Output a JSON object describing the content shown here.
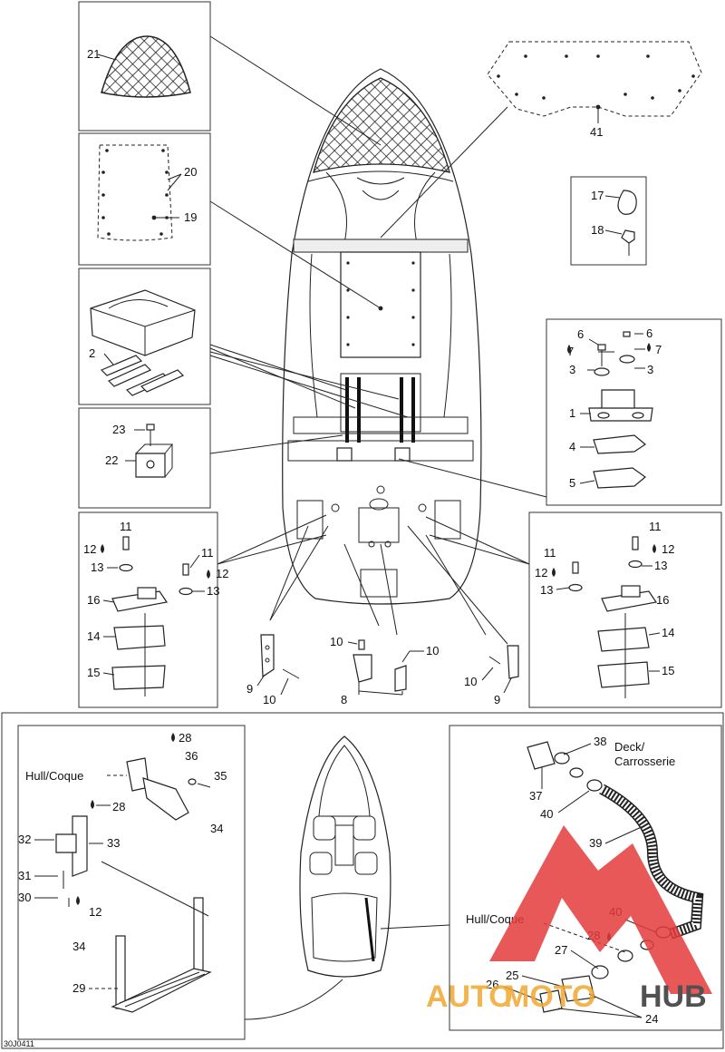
{
  "diagram": {
    "reference_code": "30J0411",
    "watermark": {
      "left": "AUTO",
      "middle": "MOTO",
      "right": "HUB",
      "color_red": "#e53b3b",
      "color_orange": "#f0a830",
      "color_dark": "#333333"
    },
    "callouts": {
      "c1": "1",
      "c2": "2",
      "c3a": "3",
      "c3b": "3",
      "c4": "4",
      "c5": "5",
      "c6a": "6",
      "c6b": "6",
      "c7a": "7",
      "c7b": "7",
      "c8": "8",
      "c9a": "9",
      "c9b": "9",
      "c10a": "10",
      "c10b": "10",
      "c10c": "10",
      "c10d": "10",
      "c11a": "11",
      "c11b": "11",
      "c11c": "11",
      "c11d": "11",
      "c12a": "12",
      "c12b": "12",
      "c12c": "12",
      "c12d": "12",
      "c12e": "12",
      "c13a": "13",
      "c13b": "13",
      "c13c": "13",
      "c13d": "13",
      "c14a": "14",
      "c14b": "14",
      "c15a": "15",
      "c15b": "15",
      "c16a": "16",
      "c16b": "16",
      "c17": "17",
      "c18": "18",
      "c19": "19",
      "c20": "20",
      "c21": "21",
      "c22": "22",
      "c23": "23",
      "c24": "24",
      "c25": "25",
      "c26": "26",
      "c27": "27",
      "c28a": "28",
      "c28b": "28",
      "c28c": "28",
      "c29": "29",
      "c30": "30",
      "c31": "31",
      "c32": "32",
      "c33": "33",
      "c34a": "34",
      "c34b": "34",
      "c35": "35",
      "c36": "36",
      "c37": "37",
      "c38": "38",
      "c39": "39",
      "c40a": "40",
      "c40b": "40",
      "c41": "41"
    },
    "labels": {
      "hull_coque_1": "Hull/Coque",
      "hull_coque_2": "Hull/Coque",
      "deck": "Deck/",
      "carrosserie": "Carrosserie"
    }
  }
}
